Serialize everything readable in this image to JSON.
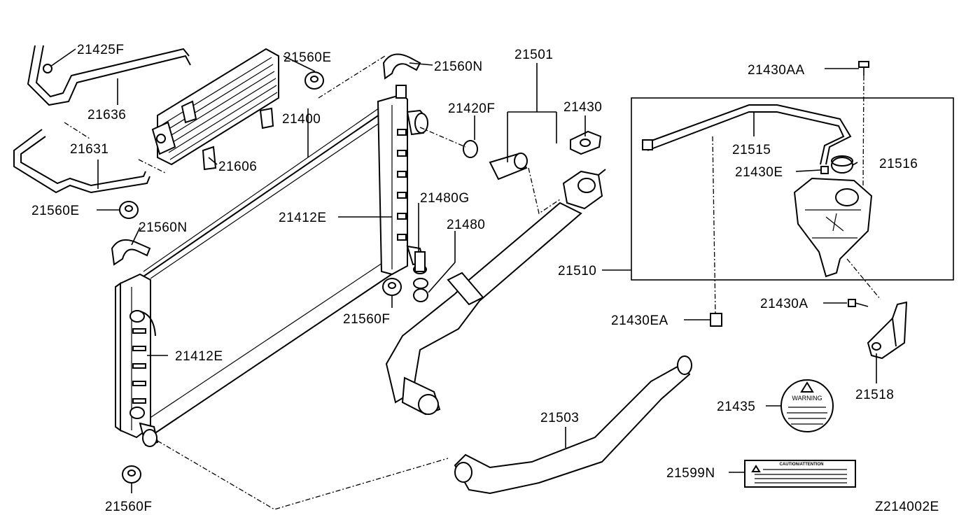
{
  "labels": {
    "p21425F": "21425F",
    "p21636": "21636",
    "p21560E_top": "21560E",
    "p21400": "21400",
    "p21560N_top": "21560N",
    "p21501": "21501",
    "p21430AA": "21430AA",
    "p21420F": "21420F",
    "p21430": "21430",
    "p21631": "21631",
    "p21606": "21606",
    "p21515": "21515",
    "p21516": "21516",
    "p21430E": "21430E",
    "p21560E_left": "21560E",
    "p21560N_left": "21560N",
    "p21480G": "21480G",
    "p21412E_mid": "21412E",
    "p21480": "21480",
    "p21510": "21510",
    "p21430A": "21430A",
    "p21560F_mid": "21560F",
    "p21430EA": "21430EA",
    "p21412E_left": "21412E",
    "p21518": "21518",
    "p21435": "21435",
    "p21503": "21503",
    "p21599N": "21599N",
    "p21560F_bottom": "21560F",
    "diagram_code": "Z214002E"
  },
  "stickers": {
    "warning_text": "WARNING",
    "caution_text": "CAUTION/ATTENTION"
  }
}
